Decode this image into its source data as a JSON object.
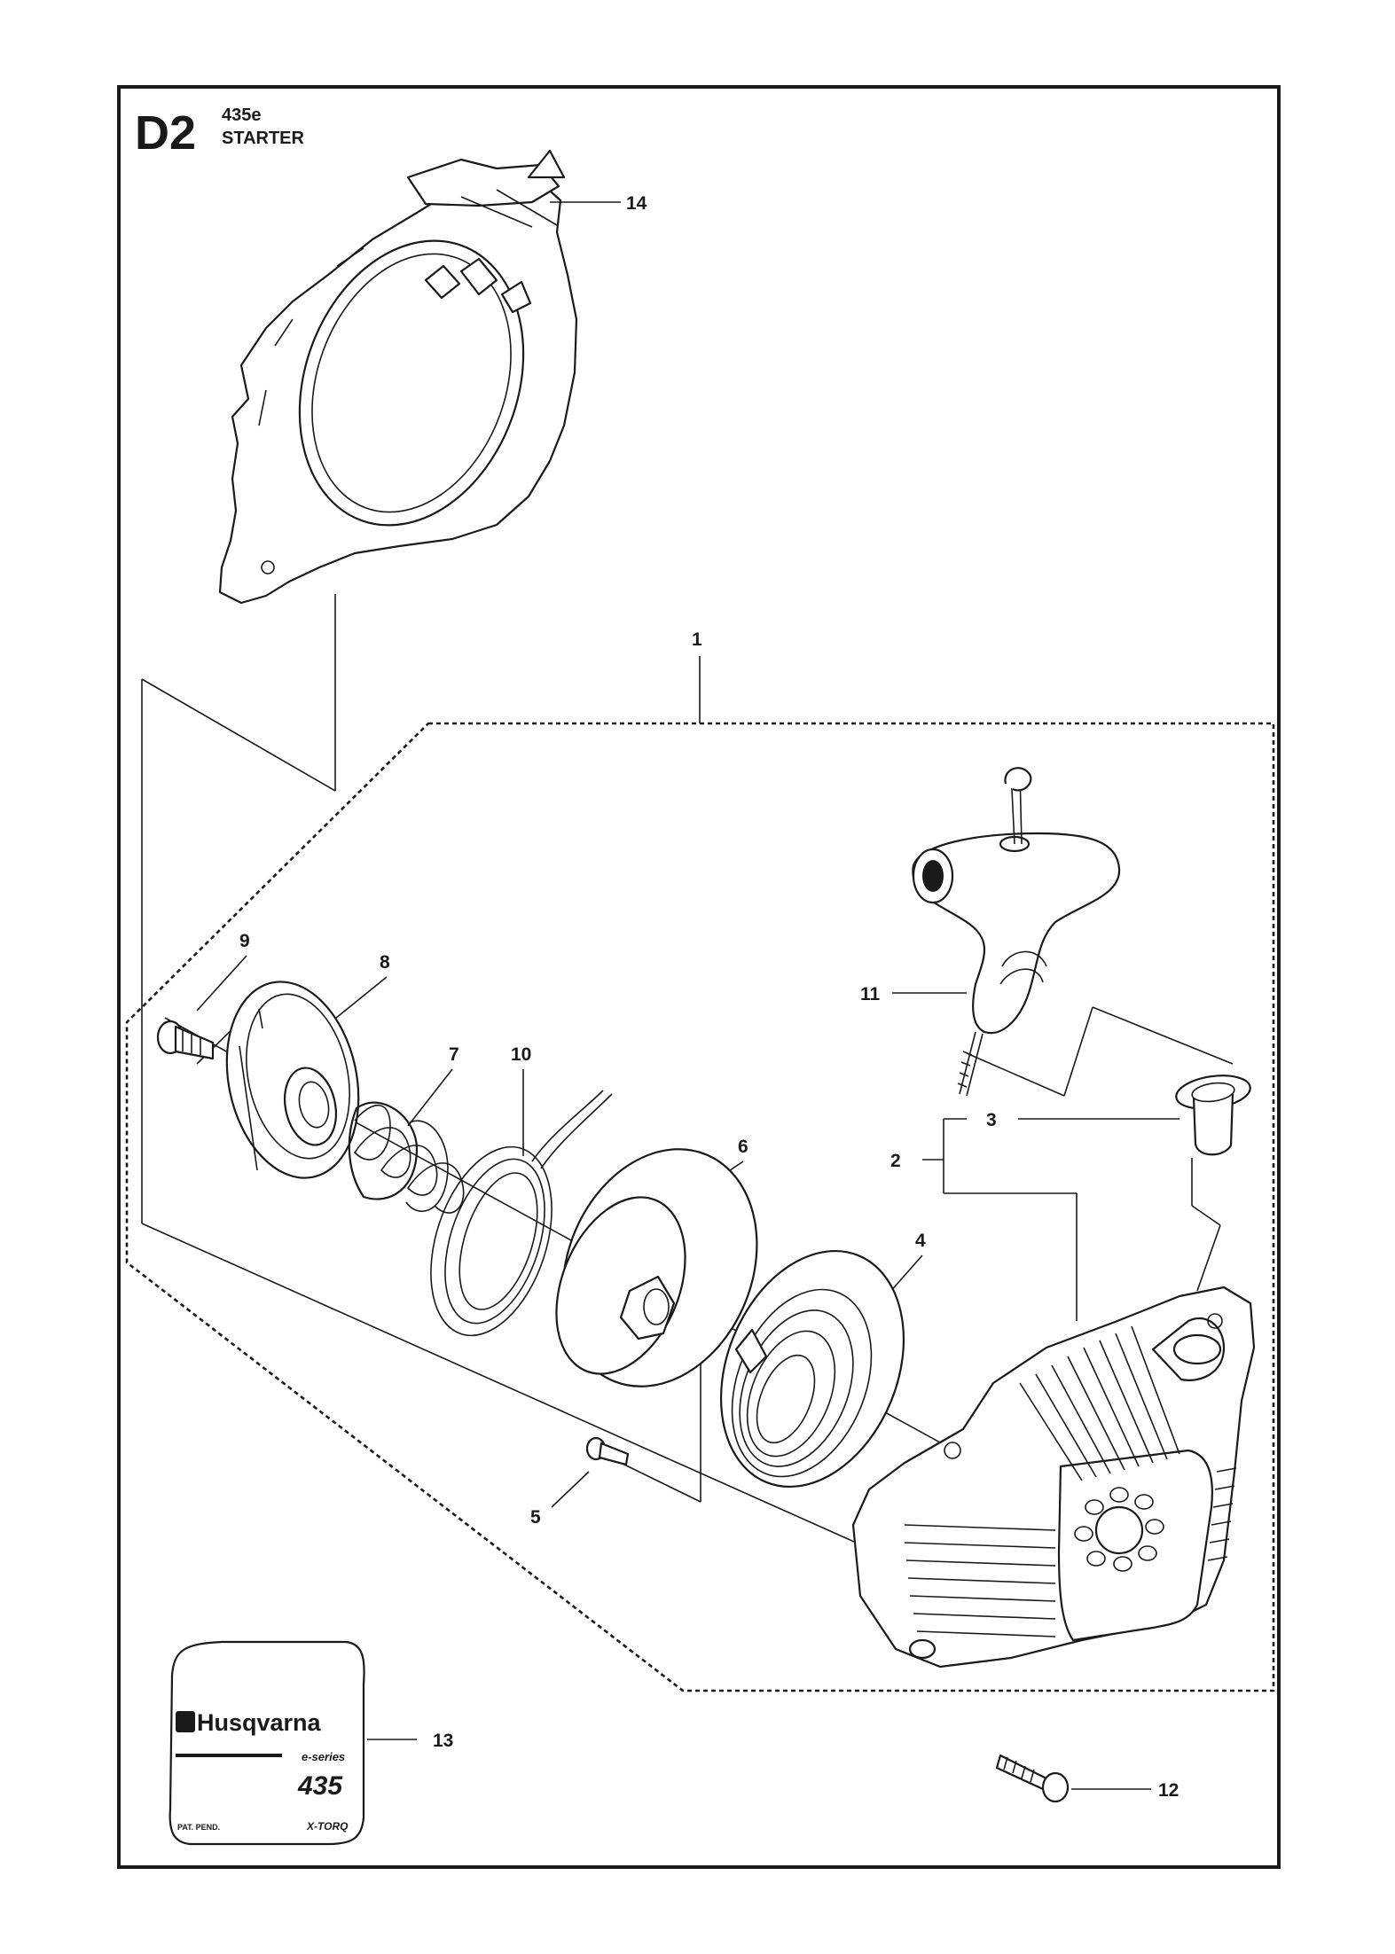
{
  "header": {
    "page_code": "D2",
    "model": "435e",
    "section": "STARTER"
  },
  "callouts": [
    {
      "id": "1",
      "label": "1"
    },
    {
      "id": "2",
      "label": "2"
    },
    {
      "id": "3",
      "label": "3"
    },
    {
      "id": "4",
      "label": "4"
    },
    {
      "id": "5",
      "label": "5"
    },
    {
      "id": "6",
      "label": "6"
    },
    {
      "id": "7",
      "label": "7"
    },
    {
      "id": "8",
      "label": "8"
    },
    {
      "id": "9",
      "label": "9"
    },
    {
      "id": "10",
      "label": "10"
    },
    {
      "id": "11",
      "label": "11"
    },
    {
      "id": "12",
      "label": "12"
    },
    {
      "id": "13",
      "label": "13"
    },
    {
      "id": "14",
      "label": "14"
    }
  ],
  "decal": {
    "brand": "Husqvarna",
    "series": "e-series",
    "model_number": "435",
    "patent": "PAT. PEND.",
    "engine": "X-TORQ"
  },
  "colors": {
    "ink": "#1a1a1a",
    "paper": "#ffffff"
  }
}
